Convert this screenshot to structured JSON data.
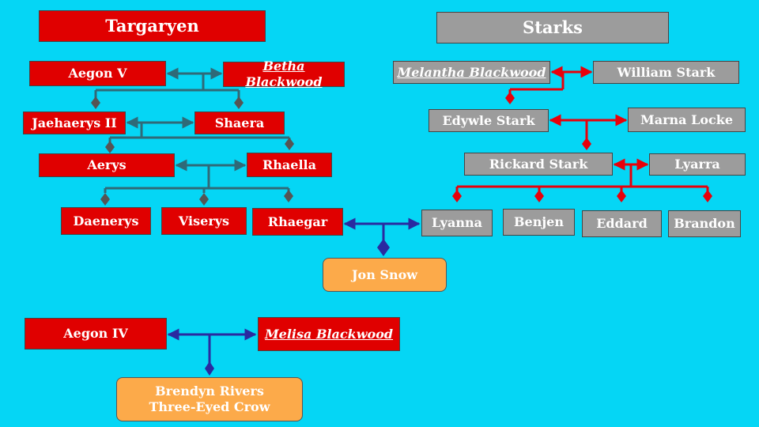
{
  "houses": {
    "targaryen": "Targaryen",
    "starks": "Starks"
  },
  "people": {
    "aegon_v": "Aegon V",
    "betha": "Betha Blackwood",
    "jaehaerys": "Jaehaerys II",
    "shaera": "Shaera",
    "aerys": "Aerys",
    "rhaella": "Rhaella",
    "daenerys": "Daenerys",
    "viserys": "Viserys",
    "rhaegar": "Rhaegar",
    "melantha": "Melantha Blackwood",
    "william": "William Stark",
    "edywle": "Edywle Stark",
    "marna": "Marna Locke",
    "rickard": "Rickard Stark",
    "lyarra": "Lyarra",
    "lyanna": "Lyanna",
    "benjen": "Benjen",
    "eddard": "Eddard",
    "brandon": "Brandon",
    "jon": "Jon Snow",
    "aegon_iv": "Aegon IV",
    "melisa": "Melisa Blackwood",
    "brendyn_1": "Brendyn Rivers",
    "brendyn_2": "Three-Eyed Crow"
  },
  "colors": {
    "background": "#05d6f5",
    "targaryen_box": "#e00000",
    "stark_box": "#9c9c9c",
    "child_box": "#fcaa4a",
    "targaryen_line": "#2f6a78",
    "stark_line": "#e8000a",
    "union_line": "#2a2aa0"
  }
}
